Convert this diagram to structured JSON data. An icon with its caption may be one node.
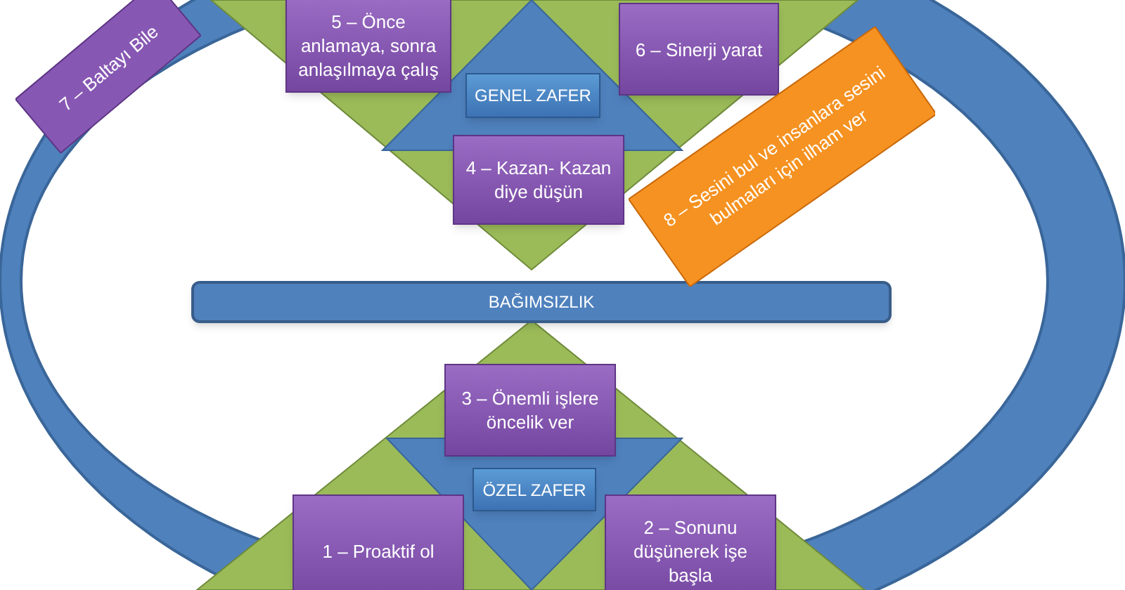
{
  "diagram": {
    "nodes": [
      {
        "text": [
          "7 – Baltayı Bile"
        ]
      },
      {
        "text": [
          "5 – Önce anlamaya, sonra anlaşılmaya çalış"
        ]
      },
      {
        "text": [
          "6 – Sinerji yarat"
        ]
      },
      {
        "text": [
          "GENEL ZAFER"
        ]
      },
      {
        "text": [
          "4 – Kazan- Kazan diye düşün"
        ]
      },
      {
        "text": [
          "8 – Sesini bul ve insanlara sesini bulmaları için ilham ver"
        ]
      },
      {
        "text": [
          "BAĞIMSIZLIK"
        ]
      },
      {
        "text": [
          "3 – Önemli işlere öncelik ver"
        ]
      },
      {
        "text": [
          "ÖZEL ZAFER"
        ]
      },
      {
        "text": [
          "1 – Proaktif ol"
        ]
      },
      {
        "text": [
          "2 – Sonunu düşünerek işe başla"
        ]
      }
    ]
  }
}
